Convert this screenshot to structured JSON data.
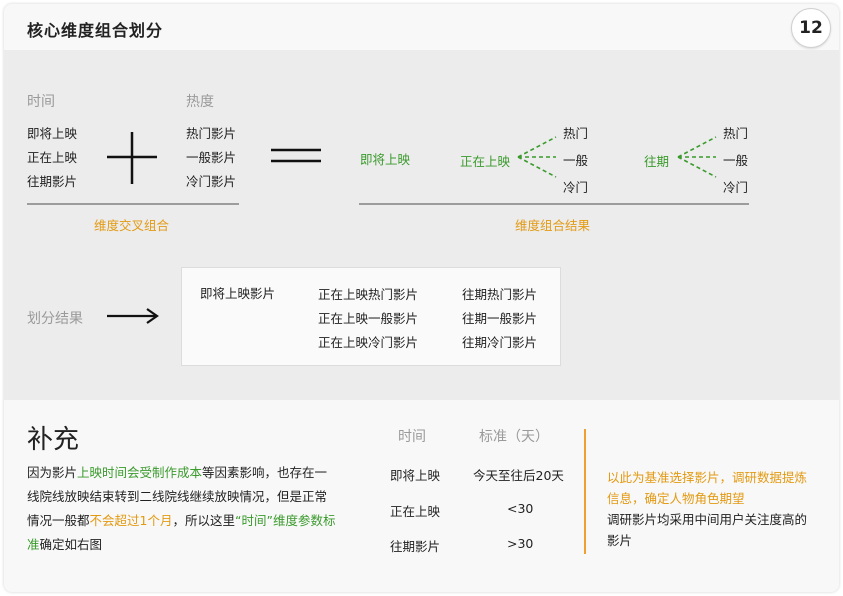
{
  "header": {
    "title": "核心维度组合划分",
    "page_number": "12"
  },
  "dimensions": {
    "time": {
      "label": "时间",
      "items": [
        "即将上映",
        "正在上映",
        "往期影片"
      ]
    },
    "heat": {
      "label": "热度",
      "items": [
        "热门影片",
        "一般影片",
        "冷门影片"
      ]
    },
    "combo_caption": "维度交叉组合"
  },
  "combination": {
    "upcoming": "即将上映",
    "now_showing": "正在上映",
    "past": "往期",
    "heat_options": [
      "热门",
      "一般",
      "冷门"
    ],
    "caption": "维度组合结果"
  },
  "result": {
    "label": "划分结果",
    "col1": [
      "即将上映影片"
    ],
    "col2": [
      "正在上映热门影片",
      "正在上映一般影片",
      "正在上映冷门影片"
    ],
    "col3": [
      "往期热门影片",
      "往期一般影片",
      "往期冷门影片"
    ]
  },
  "supplement": {
    "title": "补充",
    "para": {
      "p1": "因为影片",
      "h1": "上映时间会受制作成本",
      "p2": "等因素影响，也存在一线院线放映结束转到二线院线继续放映情况，但是正常情况一般都",
      "h2": "不会超过1个月",
      "p3": "，所以这里",
      "h3": "“时间”维度参数标准",
      "p4": "确定如右图"
    },
    "table": {
      "headers": [
        "时间",
        "标准（天）"
      ],
      "rows": [
        [
          "即将上映",
          "今天至往后20天"
        ],
        [
          "正在上映",
          "<30"
        ],
        [
          "往期影片",
          ">30"
        ]
      ]
    },
    "note": {
      "highlight": "以此为基准选择影片，调研数据提炼信息，确定人物角色期望",
      "normal": "调研影片均采用中间用户关注度高的影片"
    }
  },
  "colors": {
    "accent_green": "#3a9a2c",
    "accent_orange": "#e39a12",
    "divider_orange": "#f0a030"
  }
}
